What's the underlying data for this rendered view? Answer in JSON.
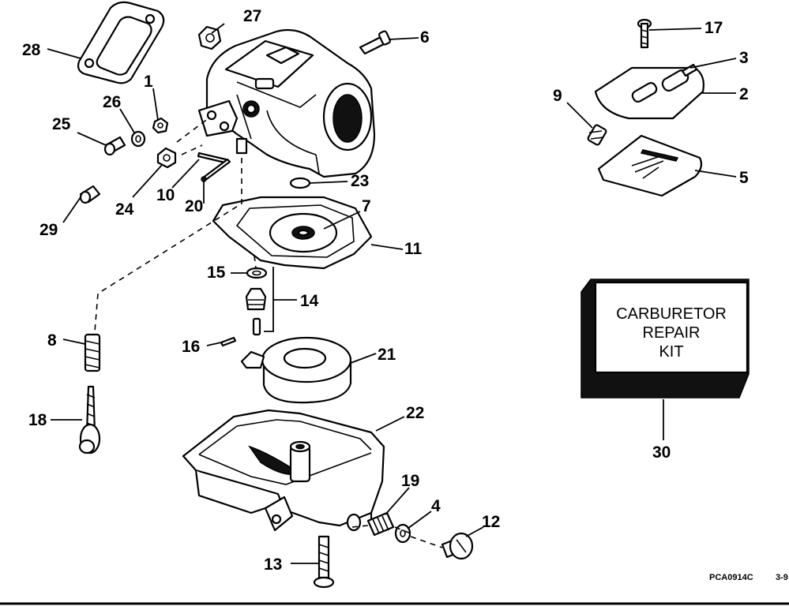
{
  "callouts": {
    "c1": "1",
    "c2": "2",
    "c3": "3",
    "c4": "4",
    "c5": "5",
    "c6": "6",
    "c7": "7",
    "c8": "8",
    "c9": "9",
    "c10": "10",
    "c11": "11",
    "c12": "12",
    "c13": "13",
    "c14": "14",
    "c15": "15",
    "c16": "16",
    "c17": "17",
    "c18": "18",
    "c19": "19",
    "c20": "20",
    "c21": "21",
    "c22": "22",
    "c23": "23",
    "c24": "24",
    "c25": "25",
    "c26": "26",
    "c27": "27",
    "c28": "28",
    "c29": "29",
    "c30": "30"
  },
  "kit_box": {
    "line1": "CARBURETOR",
    "line2": "REPAIR",
    "line3": "KIT"
  },
  "figure_code": "PCA0914C",
  "page_ref": "3-9"
}
